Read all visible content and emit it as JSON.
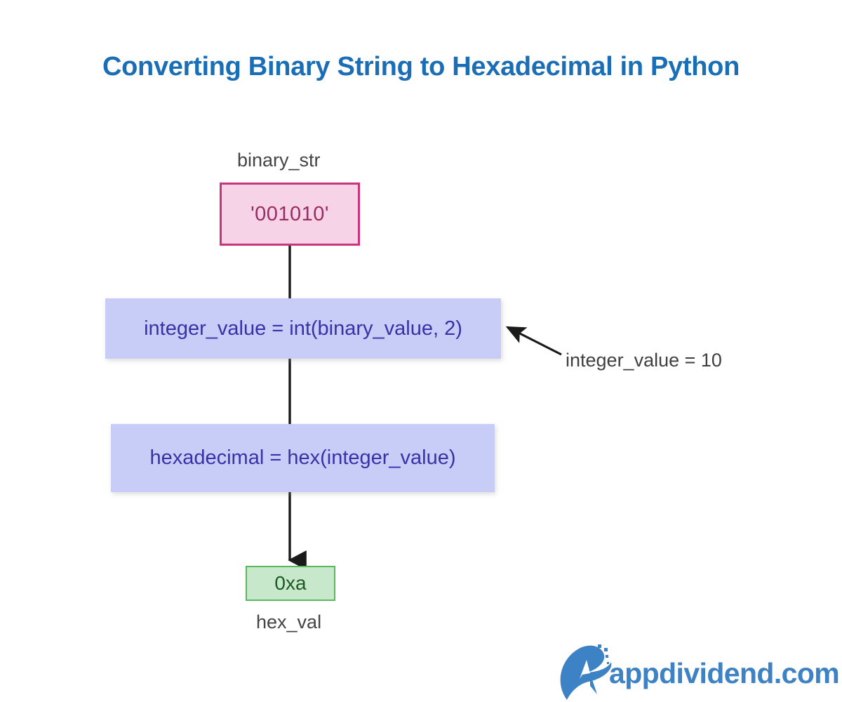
{
  "page": {
    "title": "Converting Binary String to Hexadecimal in Python",
    "title_color": "#1a6eb5",
    "background": "#ffffff"
  },
  "diagram": {
    "type": "flowchart",
    "direction": "top-to-bottom",
    "nodes": [
      {
        "id": "binary_str_value",
        "name": "binary-string-input",
        "text": "'001010'",
        "label": "binary_str",
        "label_position": "above",
        "shape": "rectangle",
        "fill": "#f6d3e6",
        "border": "#c9357c",
        "text_color": "#9b2c63"
      },
      {
        "id": "int_conversion",
        "name": "integer-conversion-step",
        "text": "integer_value = int(binary_value, 2)",
        "shape": "rectangle",
        "fill": "#c7cdf7",
        "border": "none",
        "text_color": "#3b30a8"
      },
      {
        "id": "hex_conversion",
        "name": "hex-conversion-step",
        "text": "hexadecimal = hex(integer_value)",
        "shape": "rectangle",
        "fill": "#c7cdf7",
        "border": "none",
        "text_color": "#3b30a8"
      },
      {
        "id": "hex_output",
        "name": "hex-output-value",
        "text": "0xa",
        "label": "hex_val",
        "label_position": "below",
        "shape": "rectangle",
        "fill": "#c8e8cb",
        "border": "#58b85e",
        "text_color": "#1d5b23"
      }
    ],
    "edges": [
      {
        "from": "binary_str_value",
        "to": "int_conversion",
        "arrowhead": false
      },
      {
        "from": "int_conversion",
        "to": "hex_conversion",
        "arrowhead": false
      },
      {
        "from": "hex_conversion",
        "to": "hex_output",
        "arrowhead": true
      }
    ],
    "annotations": [
      {
        "name": "integer-value-annotation",
        "text": "integer_value = 10",
        "points_to": "int_conversion",
        "arrowhead": true,
        "text_color": "#3f3f3f"
      }
    ],
    "edge_color": "#1a1a1a"
  },
  "watermark": {
    "brand": "appdividend.com",
    "color": "#3d82c4",
    "logo_icon": "appdividend-a-swoosh-logo"
  }
}
